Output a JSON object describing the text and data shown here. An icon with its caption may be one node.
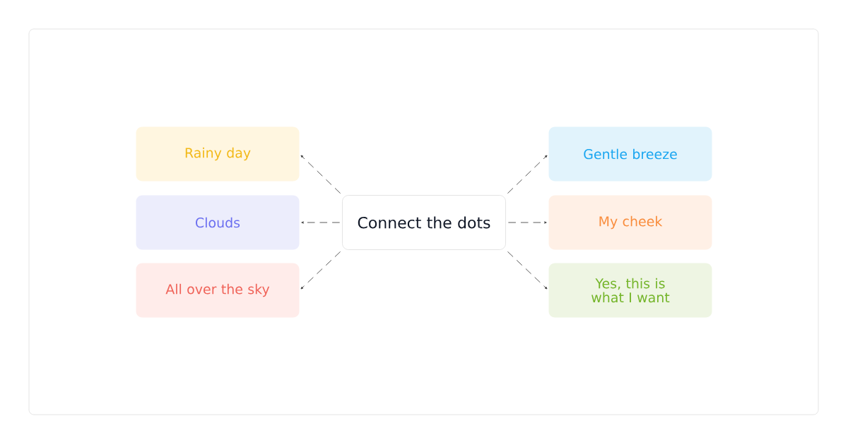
{
  "diagram": {
    "nodes": [
      {
        "text": [
          "Connect the dots"
        ]
      },
      {
        "text": [
          "Rainy day"
        ]
      },
      {
        "text": [
          "Clouds"
        ]
      },
      {
        "text": [
          "All over the sky"
        ]
      },
      {
        "text": [
          "Gentle breeze"
        ]
      },
      {
        "text": [
          "My cheek"
        ]
      },
      {
        "text": [
          "Yes, this is what I want"
        ]
      }
    ],
    "edges": [
      {
        "from": 0,
        "to": 1,
        "arrow": "to",
        "style": "dashed"
      },
      {
        "from": 0,
        "to": 2,
        "arrow": "to",
        "style": "dashed"
      },
      {
        "from": 0,
        "to": 3,
        "arrow": "to",
        "style": "dashed"
      },
      {
        "from": 0,
        "to": 4,
        "arrow": "to",
        "style": "dashed"
      },
      {
        "from": 0,
        "to": 5,
        "arrow": "to",
        "style": "dashed"
      },
      {
        "from": 0,
        "to": 6,
        "arrow": "to",
        "style": "dashed"
      }
    ]
  }
}
